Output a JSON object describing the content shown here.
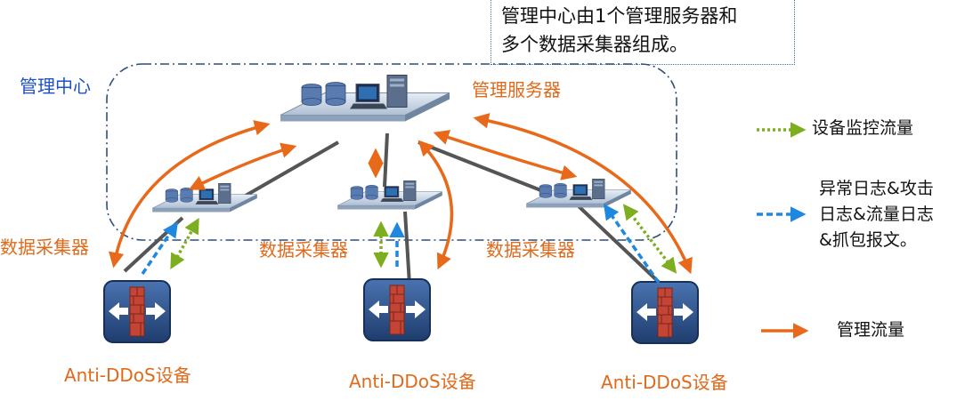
{
  "callout": {
    "line1": "管理中心由1个管理服务器和",
    "line2": "多个数据采集器组成。"
  },
  "management_center": {
    "label": "管理中心"
  },
  "management_server": {
    "label": "管理服务器"
  },
  "collectors": [
    {
      "label": "数据采集器"
    },
    {
      "label": "数据采集器"
    },
    {
      "label": "数据采集器"
    }
  ],
  "devices": [
    {
      "label": "Anti-DDoS设备"
    },
    {
      "label": "Anti-DDoS设备"
    },
    {
      "label": "Anti-DDoS设备"
    }
  ],
  "legend": {
    "monitor": {
      "label": "设备监控流量",
      "color": "#7cae1f"
    },
    "logs": {
      "line1": "异常日志&攻击",
      "line2": "日志&流量日志",
      "line3": "&抓包报文。",
      "color": "#1e88e0"
    },
    "management": {
      "label": "管理流量",
      "color": "#e8691a"
    }
  },
  "colors": {
    "orange": "#e8691a",
    "green": "#7cae1f",
    "blue": "#1e88e0",
    "boundary": "#2d4f7c",
    "device": "#2a4f86"
  },
  "icons": {
    "server": "server-rack-icon",
    "device": "firewall-router-icon"
  }
}
